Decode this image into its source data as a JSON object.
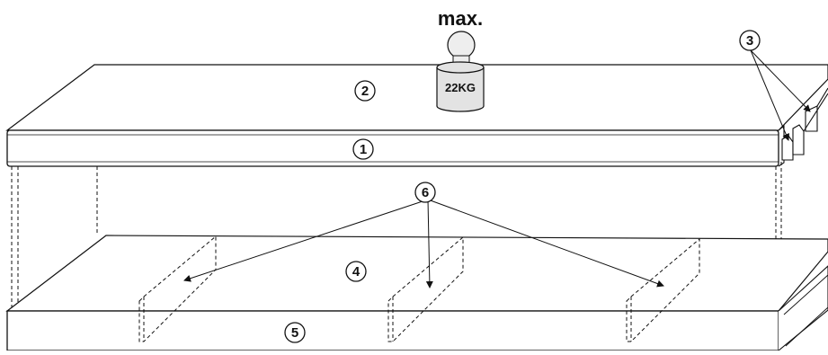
{
  "weight": {
    "max_label": "max.",
    "value_label": "22KG"
  },
  "callouts": {
    "c1": "1",
    "c2": "2",
    "c3": "3",
    "c4": "4",
    "c5": "5",
    "c6": "6"
  },
  "colors": {
    "line": "#111111",
    "weight_fill": "#e3e3e3",
    "ball_fill": "#eeeeee",
    "background": "#ffffff"
  }
}
